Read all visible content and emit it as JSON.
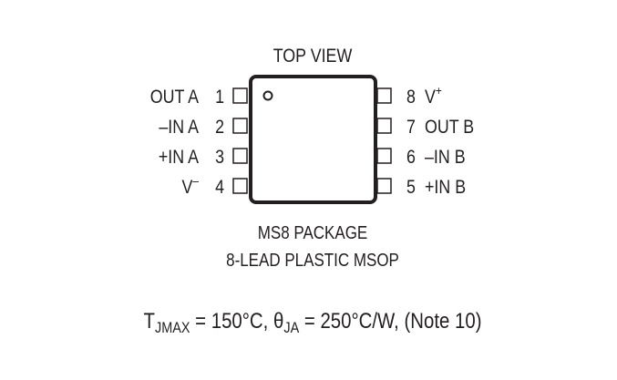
{
  "view_label": "TOP VIEW",
  "pins_left": [
    {
      "num": "1",
      "name": "OUT A"
    },
    {
      "num": "2",
      "name": "–IN A"
    },
    {
      "num": "3",
      "name": "+IN A"
    },
    {
      "num": "4",
      "name": "V",
      "sup": "–"
    }
  ],
  "pins_right": [
    {
      "num": "8",
      "name": "V",
      "sup": "+"
    },
    {
      "num": "7",
      "name": "OUT B"
    },
    {
      "num": "6",
      "name": "–IN B"
    },
    {
      "num": "5",
      "name": "+IN B"
    }
  ],
  "package_name": "MS8 PACKAGE",
  "package_desc": "8-LEAD PLASTIC MSOP",
  "thermal": {
    "t_symbol": "T",
    "t_sub": "JMAX",
    "t_value": " = 150°C, ",
    "theta_symbol": "θ",
    "theta_sub": "JA",
    "theta_value": " = 250°C/W, (Note 10)"
  }
}
